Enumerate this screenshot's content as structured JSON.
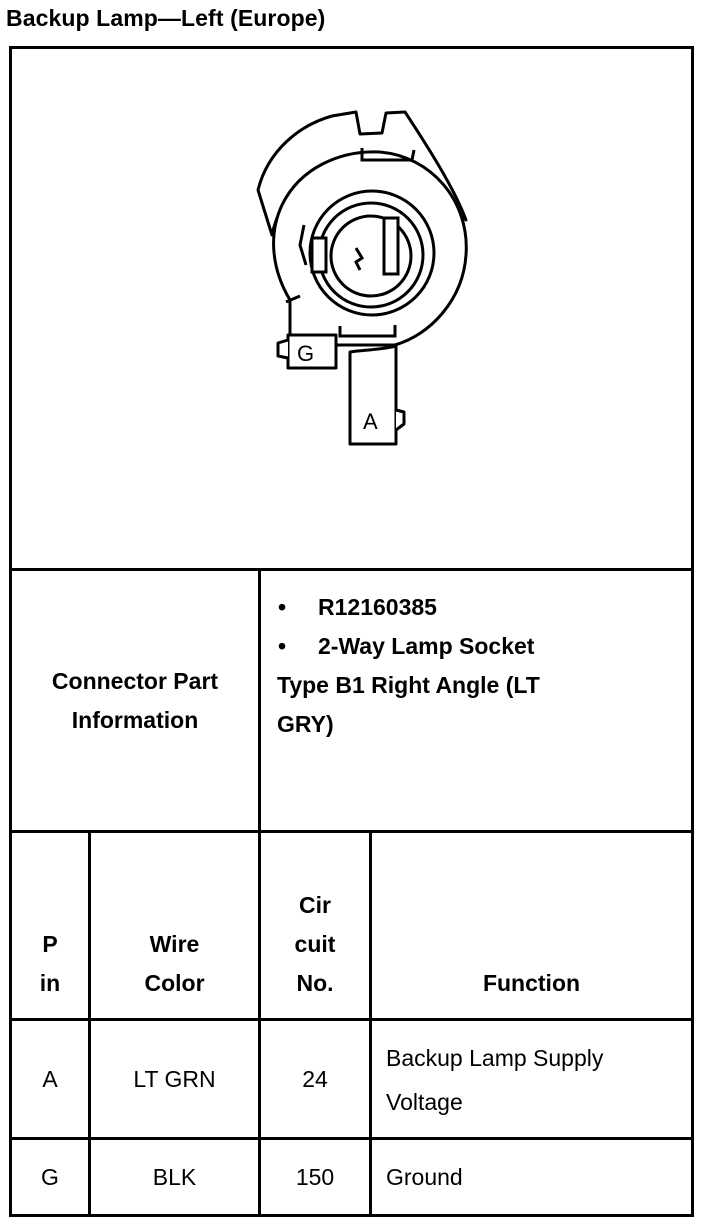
{
  "title": "Backup Lamp—Left (Europe)",
  "diagram": {
    "pin_labels": [
      "G",
      "A"
    ]
  },
  "connector_info": {
    "label": "Connector Part Information",
    "label_lines": [
      "Connector Part",
      "Information"
    ],
    "bullets": [
      "R12160385",
      "2-Way Lamp Socket"
    ],
    "bullet_char": "•",
    "continuation_lines": [
      "Type B1 Right Angle (LT",
      "GRY)"
    ]
  },
  "table": {
    "headers": {
      "pin": [
        "P",
        "in"
      ],
      "wire_color": [
        "Wire",
        "Color"
      ],
      "circuit": [
        "Cir",
        "cuit",
        "No."
      ],
      "function": [
        "Function"
      ]
    },
    "rows": [
      {
        "pin": "A",
        "wire_color": "LT GRN",
        "circuit": "24",
        "function_lines": [
          "Backup Lamp Supply",
          "Voltage"
        ]
      },
      {
        "pin": "G",
        "wire_color": "BLK",
        "circuit": "150",
        "function_lines": [
          "Ground"
        ]
      }
    ]
  }
}
